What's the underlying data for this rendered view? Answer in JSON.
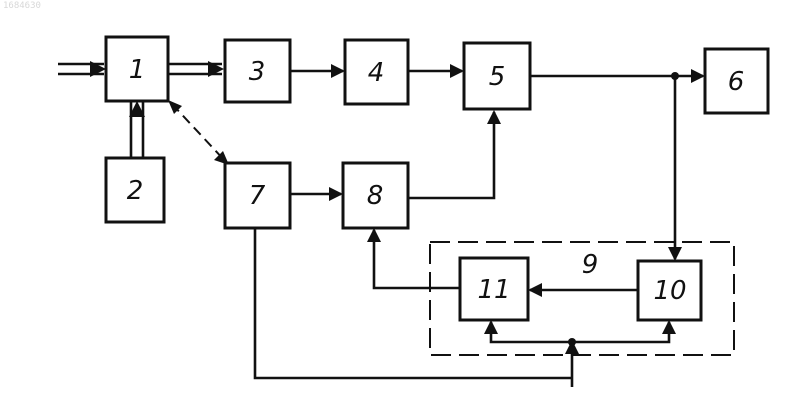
{
  "corner_text": "1684630",
  "blocks": [
    {
      "id": "1",
      "label": "1"
    },
    {
      "id": "2",
      "label": "2"
    },
    {
      "id": "3",
      "label": "3"
    },
    {
      "id": "4",
      "label": "4"
    },
    {
      "id": "5",
      "label": "5"
    },
    {
      "id": "6",
      "label": "6"
    },
    {
      "id": "7",
      "label": "7"
    },
    {
      "id": "8",
      "label": "8"
    },
    {
      "id": "10",
      "label": "10"
    },
    {
      "id": "11",
      "label": "11"
    }
  ],
  "group": {
    "id": "9",
    "label": "9",
    "contains": [
      "10",
      "11"
    ]
  },
  "connections": [
    {
      "from": "input",
      "to": "1",
      "style": "double"
    },
    {
      "from": "2",
      "to": "1",
      "style": "double"
    },
    {
      "from": "1",
      "to": "3",
      "style": "double"
    },
    {
      "from": "1",
      "to": "7",
      "style": "dashed-bidirectional"
    },
    {
      "from": "3",
      "to": "4",
      "style": "solid"
    },
    {
      "from": "4",
      "to": "5",
      "style": "solid"
    },
    {
      "from": "5",
      "to": "6",
      "style": "solid"
    },
    {
      "from": "5",
      "to": "10",
      "style": "solid"
    },
    {
      "from": "7",
      "to": "8",
      "style": "solid"
    },
    {
      "from": "8",
      "to": "5",
      "style": "solid"
    },
    {
      "from": "10",
      "to": "11",
      "style": "solid"
    },
    {
      "from": "11",
      "to": "8",
      "style": "solid"
    },
    {
      "from": "7",
      "to": "10",
      "style": "solid"
    },
    {
      "from": "7",
      "to": "11",
      "style": "solid"
    }
  ]
}
